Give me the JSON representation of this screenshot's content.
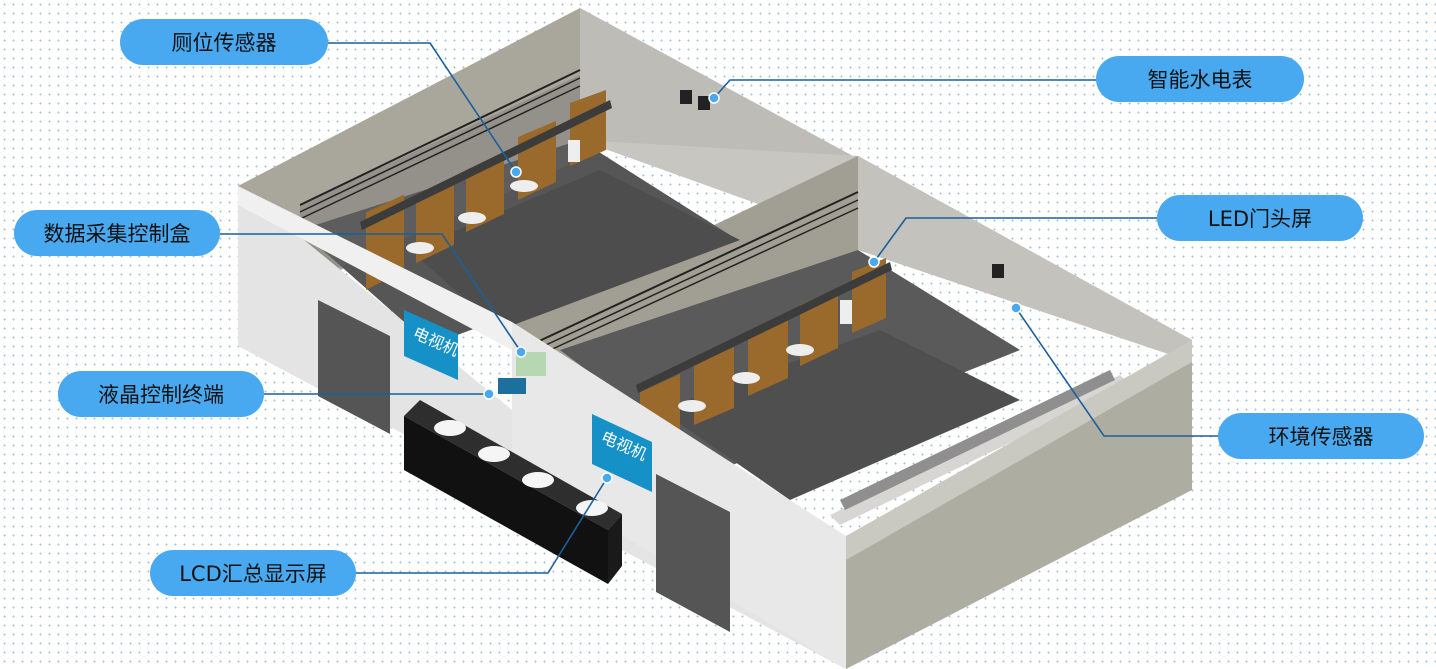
{
  "callouts": {
    "toilet_sensor": "厕位传感器",
    "water_meter": "智能水电表",
    "led_screen": "LED门头屏",
    "data_box": "数据采集控制盒",
    "lcd_terminal": "液晶控制终端",
    "env_sensor": "环境传感器",
    "lcd_display": "LCD汇总显示屏"
  },
  "tv_labels": [
    "电视机",
    "电视机"
  ],
  "colors": {
    "callout_bg": "#49a9f0",
    "leader_line": "#1c5f9a",
    "dot": "#49a9f0",
    "floor": "#555555",
    "stall_door": "#9a6a2c",
    "tv_screen": "#1591c8"
  }
}
